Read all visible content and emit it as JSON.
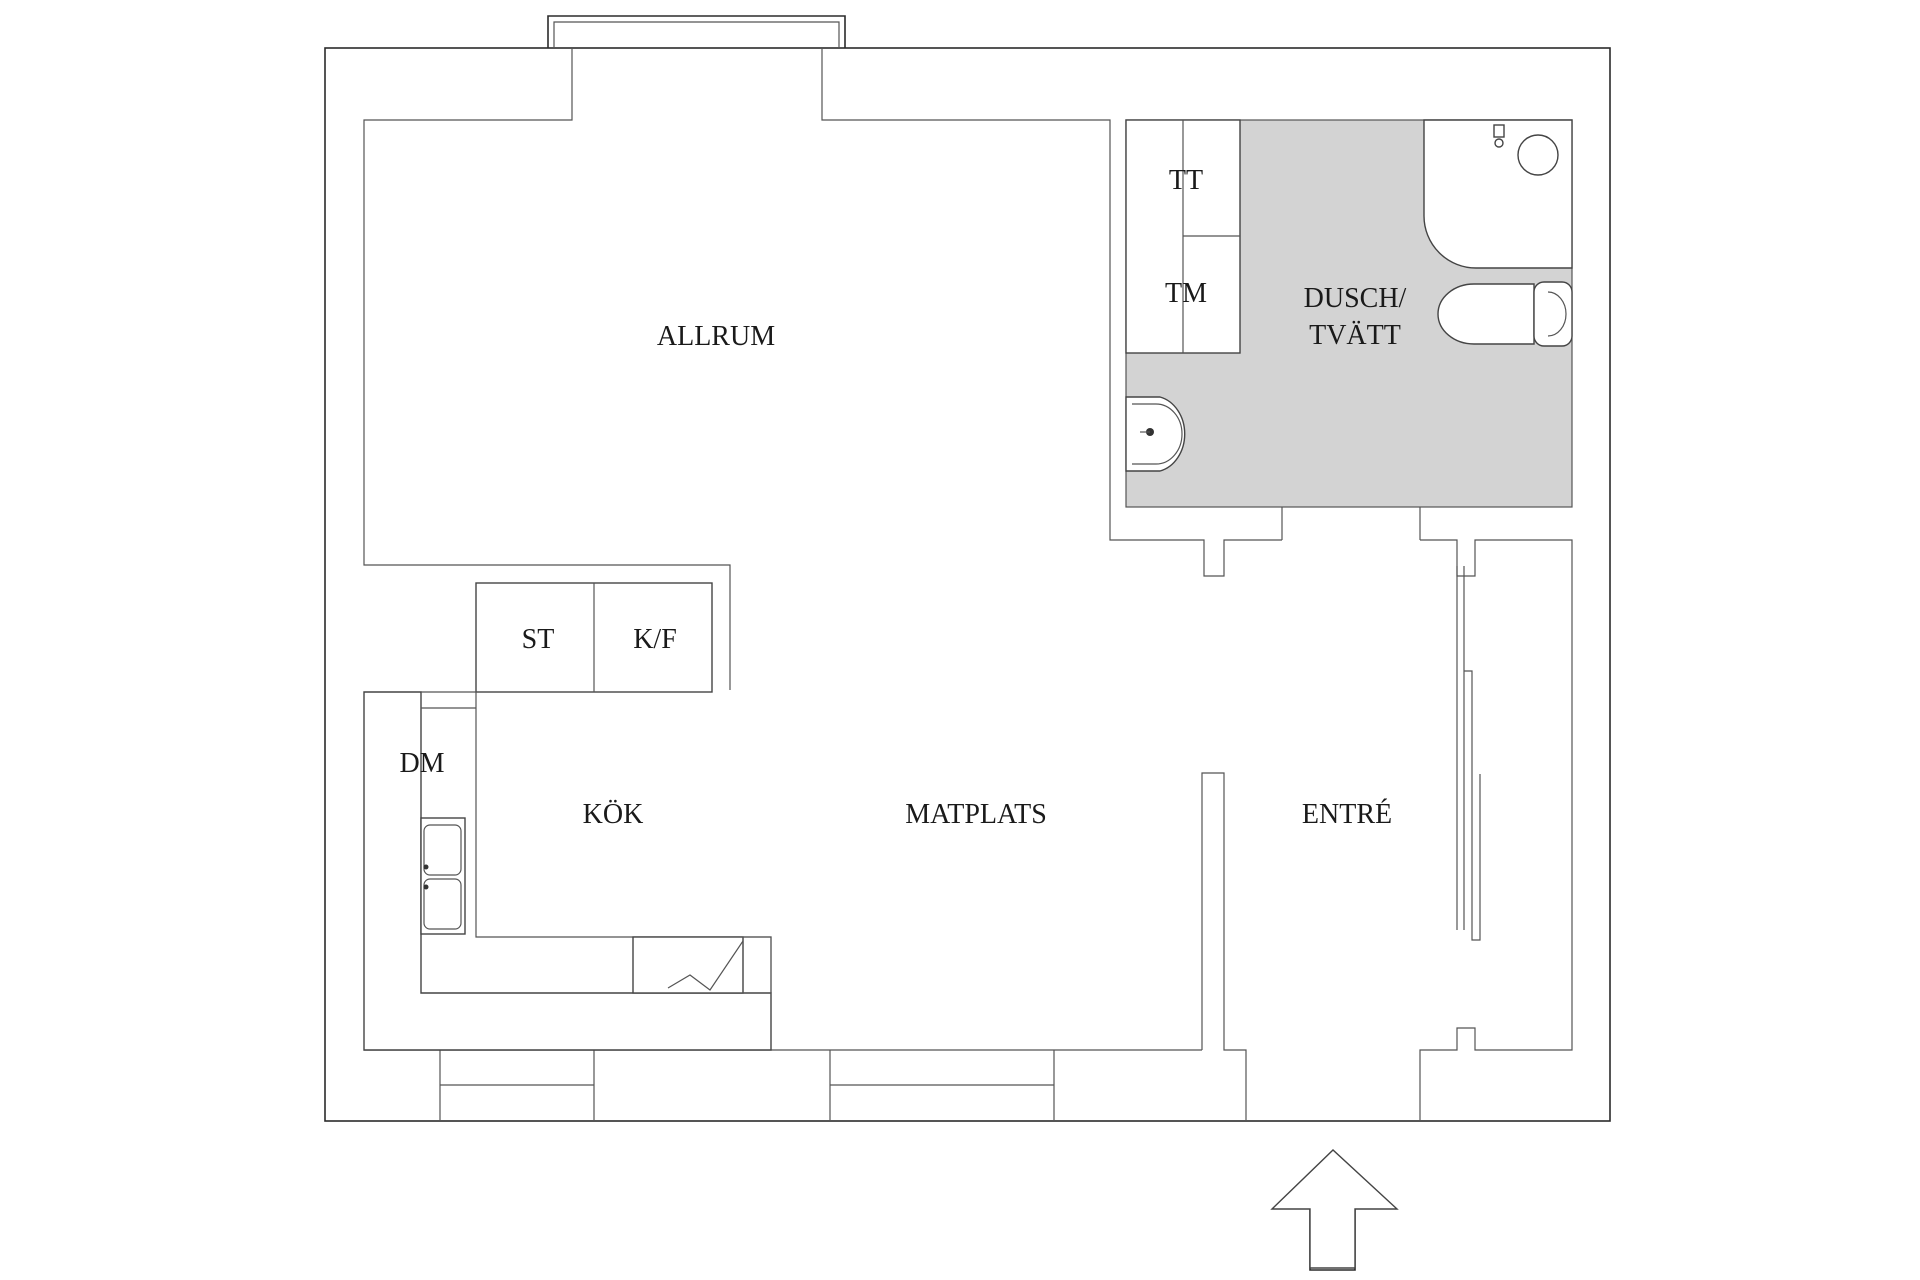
{
  "rooms": {
    "allrum": "ALLRUM",
    "dusch_line1": "DUSCH/",
    "dusch_line2": "TVÄTT",
    "kok": "KÖK",
    "matplats": "MATPLATS",
    "entre": "ENTRÉ"
  },
  "fixtures": {
    "tt": "TT",
    "tm": "TM",
    "st": "ST",
    "kf": "K/F",
    "dm": "DM"
  },
  "icons": {
    "entrance_arrow": "arrow-up-icon",
    "sink": "sink-icon",
    "toilet": "toilet-icon",
    "shower": "shower-icon",
    "kitchen_sink": "kitchen-sink-icon",
    "stove": "stove-icon"
  },
  "colors": {
    "wall": "#2b2b2b",
    "wet_room": "#d3d3d3",
    "background": "#ffffff"
  }
}
